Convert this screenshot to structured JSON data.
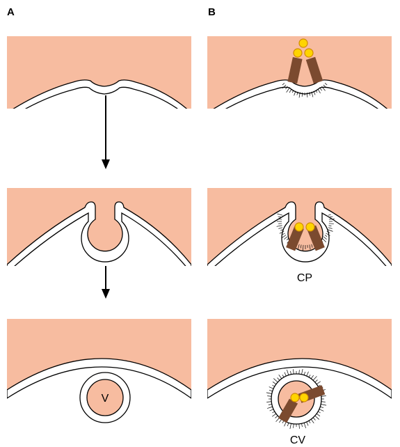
{
  "panels": {
    "a": {
      "header": "A",
      "labels": {
        "vesicle": "V"
      }
    },
    "b": {
      "header": "B",
      "labels": {
        "coated_pit": "CP",
        "coated_vesicle": "CV"
      }
    }
  },
  "colors": {
    "extracellular": "#f7bca0",
    "membrane_fill": "#ffffff",
    "outline": "#000000",
    "receptor": "#7b4a2f",
    "ligand_fill": "#ffd400",
    "ligand_stroke": "#d08a00"
  },
  "icons": {
    "arrow": "down-arrow-icon"
  }
}
